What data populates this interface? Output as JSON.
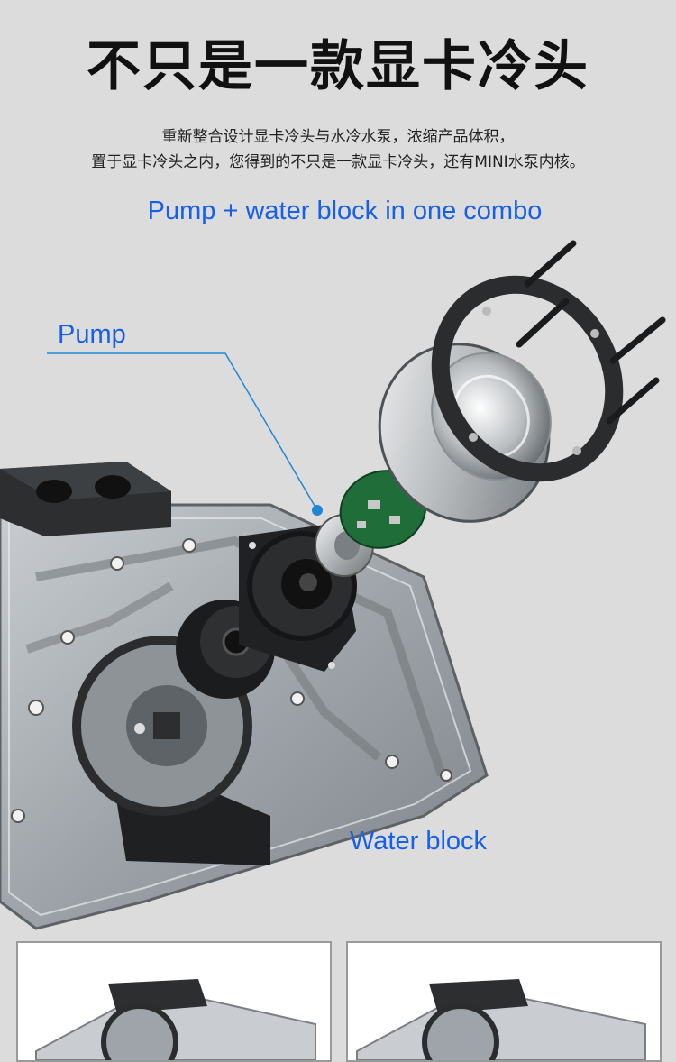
{
  "header": {
    "title": "不只是一款显卡冷头",
    "description_line1": "重新整合设计显卡冷头与水冷水泵，浓缩产品体积，",
    "description_line2": "置于显卡冷头之内，您得到的不只是一款显卡冷头，还有MINI水泵内核。"
  },
  "illustration": {
    "combo_caption": "Pump + water block in one combo",
    "pump_label": "Pump",
    "water_block_label": "Water block"
  },
  "colors": {
    "background": "#dcdcdc",
    "accent_blue": "#1760e6",
    "title_text": "#111111",
    "pcb_green": "#1f6e3a"
  }
}
